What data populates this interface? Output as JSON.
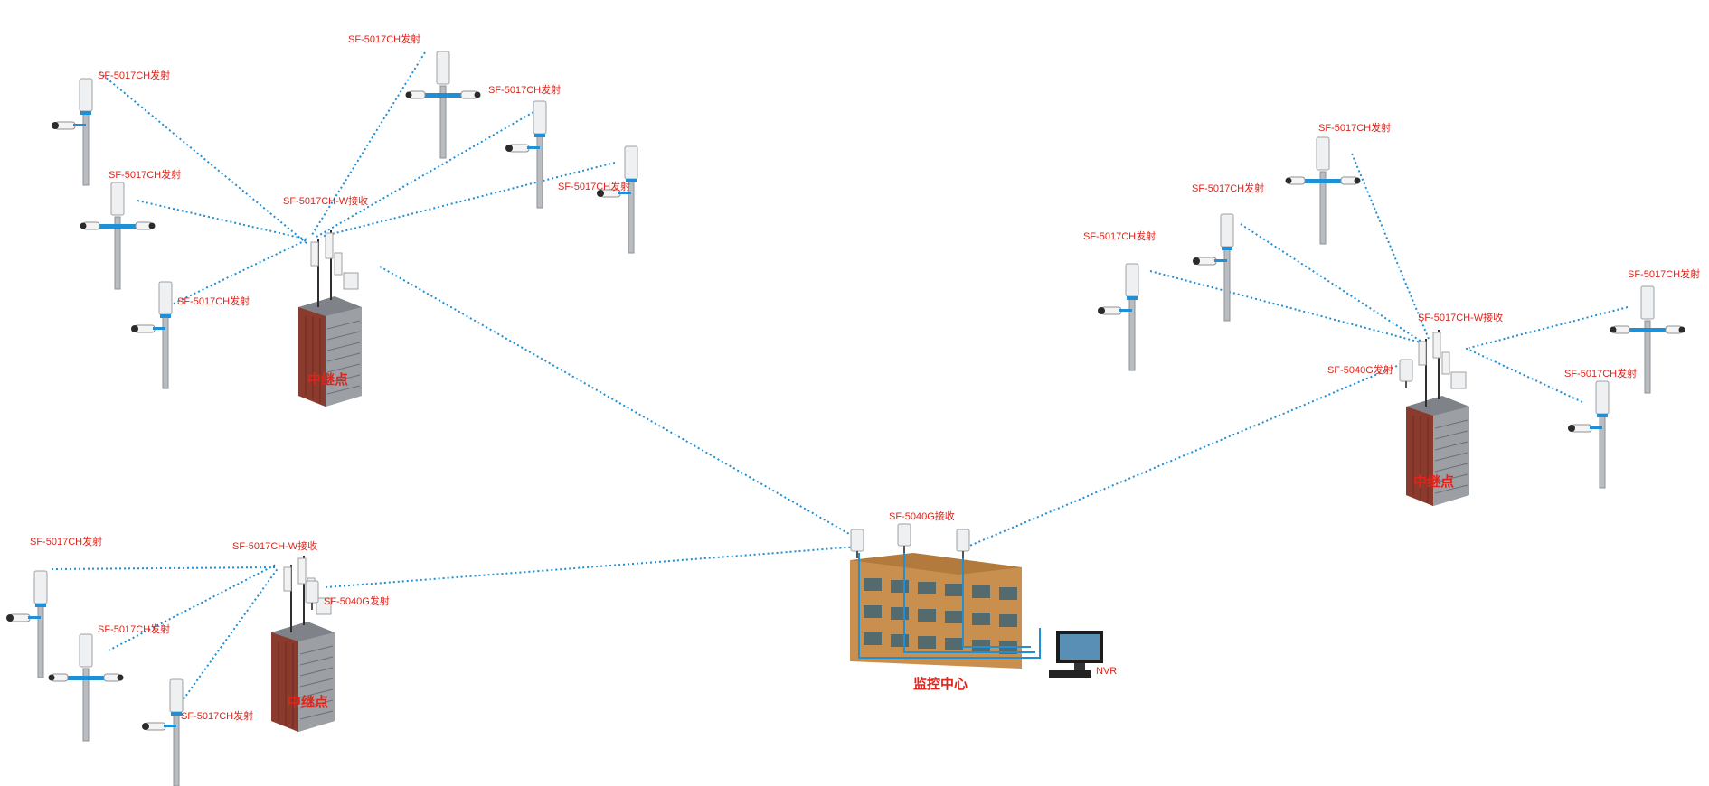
{
  "colors": {
    "label": "#e2231a",
    "link": "#1f8fd6"
  },
  "labels": {
    "tx": "SF-5017CH发射",
    "rx_relay": "SF-5017CH-W接收",
    "tx_5040": "SF-5040G发射",
    "rx_center": "SF-5040G接收",
    "relay": "中继点",
    "center": "监控中心",
    "nvr": "NVR"
  }
}
